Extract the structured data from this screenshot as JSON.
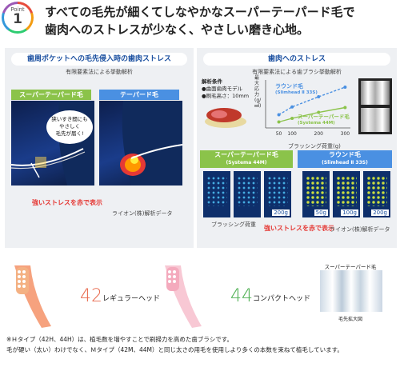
{
  "badge": {
    "word": "Point",
    "number": "1"
  },
  "headline": {
    "line1": "すべての毛先が細くてしなやかなスーパーテーパード毛で",
    "line2": "歯肉へのストレスが少なく、やさしい磨き心地。"
  },
  "left_panel": {
    "title": "歯周ポケットへの毛先侵入時の歯肉ストレス",
    "subtitle": "有限要素法による挙動解析",
    "label_super": "スーパーテーパード毛",
    "label_tapered": "テーパード毛",
    "bubble": [
      "狭いすき間にも",
      "やさしく",
      "毛先が届く!"
    ],
    "red_note": "強いストレスを赤で表示",
    "credit": "ライオン(株)解析データ"
  },
  "right_panel": {
    "title": "歯肉へのストレス",
    "subtitle": "有限要素法による歯ブラシ挙動解析",
    "conditions": [
      "解析条件",
      "●曲面歯肉モデル",
      "●刷毛高さ：10mm"
    ],
    "y_axis_label": "最大応力(g/㎟)",
    "x_axis_label": "ブラッシング荷重(g)",
    "series_round": {
      "name": "ラウンド毛",
      "sub": "(Slimhead Ⅱ 33S)",
      "color": "#4a90e2"
    },
    "series_super": {
      "name": "スーパーテーパード毛",
      "sub": "(Systema 44M)",
      "color": "#8bc34a"
    },
    "x_ticks": [
      "50",
      "100",
      "200",
      "300"
    ],
    "super_box": {
      "name": "スーパーテーパード毛",
      "sub": "(Systema 44M)"
    },
    "round_box": {
      "name": "ラウンド毛",
      "sub": "(Slimhead Ⅱ 33S)"
    },
    "loads": [
      "50g",
      "100g",
      "200g"
    ],
    "brush_load": "ブラッシング荷重",
    "red_note": "強いストレスを赤で表示",
    "credit": "ライオン(株)解析データ"
  },
  "chart_data": {
    "type": "line",
    "x": [
      50,
      100,
      200,
      300
    ],
    "xlabel": "ブラッシング荷重(g)",
    "ylabel": "最大応力(g/㎟)",
    "series": [
      {
        "name": "ラウンド毛",
        "values": [
          0.22,
          0.35,
          0.52,
          0.68
        ]
      },
      {
        "name": "スーパーテーパード毛",
        "values": [
          0.1,
          0.16,
          0.26,
          0.34
        ]
      }
    ]
  },
  "products": {
    "p42": {
      "number": "42",
      "label": "レギュラーヘッド",
      "color": "#e86a4e"
    },
    "p44": {
      "number": "44",
      "label": "コンパクトヘッド",
      "color": "#4caf50"
    },
    "bristle_title": "スーパーテーパード毛",
    "bristle_caption": "毛先拡大図"
  },
  "footnote": {
    "line1": "※Ｈタイプ（42H、44H）は、植毛数を増やすことで刷掃力を高めた歯ブラシです。",
    "line2": "毛が硬い（太い）わけでなく、Ｍタイプ（42M、44M）と同じ太さの用毛を使用しより多くの本数を束ねて植毛しています。"
  }
}
